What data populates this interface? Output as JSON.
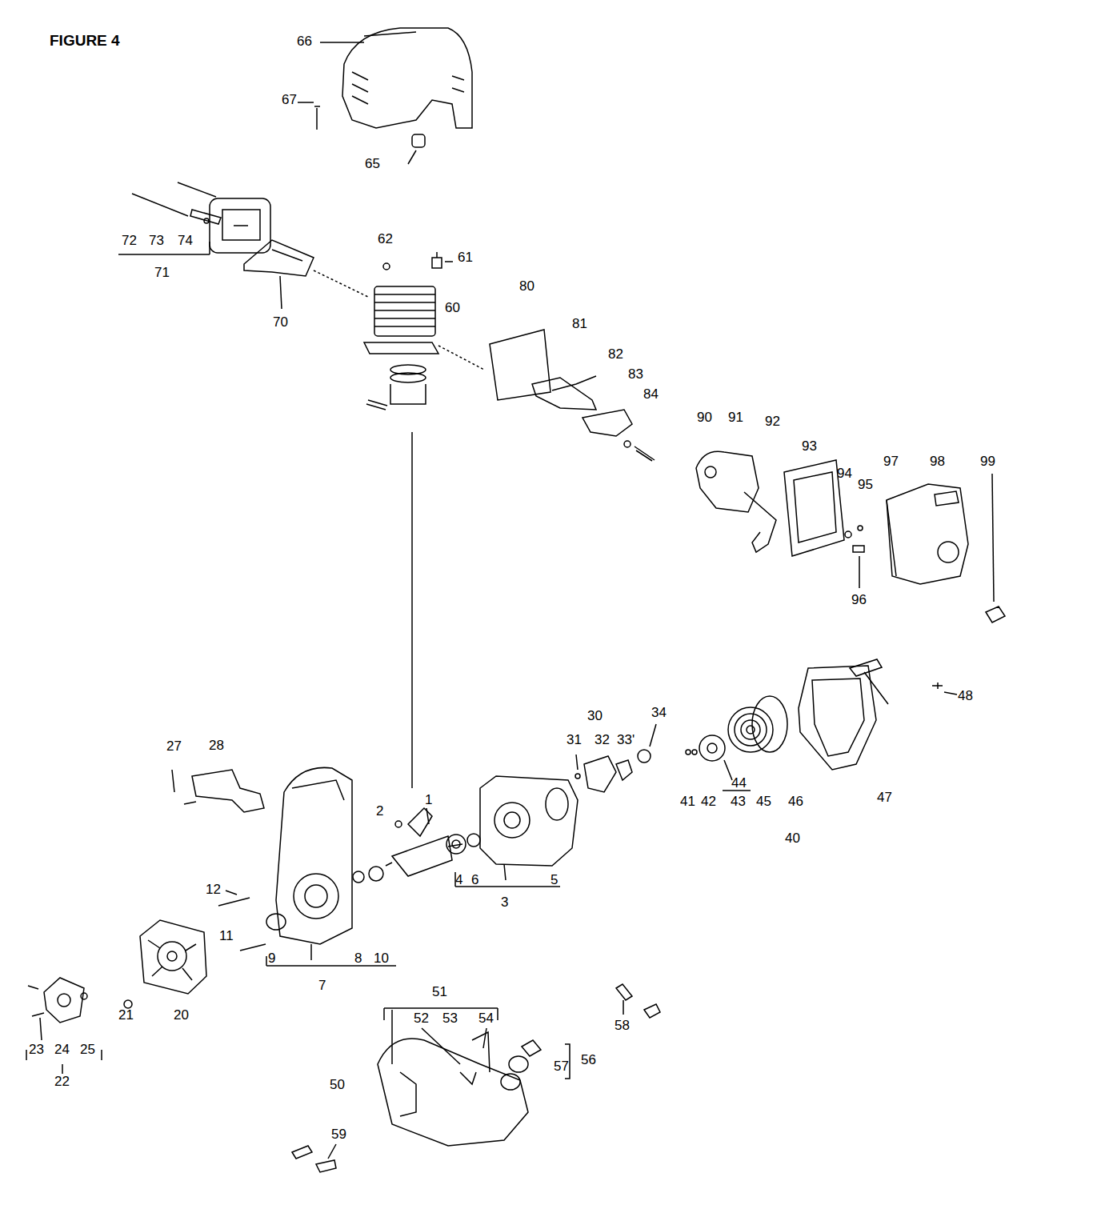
{
  "diagram": {
    "title": "FIGURE 4",
    "labels": [
      "66",
      "67",
      "65",
      "72",
      "73",
      "74",
      "71",
      "62",
      "61",
      "70",
      "60",
      "80",
      "81",
      "82",
      "83",
      "84",
      "90",
      "91",
      "92",
      "93",
      "94",
      "95",
      "97",
      "98",
      "99",
      "96",
      "30",
      "34",
      "31",
      "32",
      "33'",
      "48",
      "27",
      "28",
      "44",
      "41",
      "42",
      "43",
      "45",
      "46",
      "47",
      "40",
      "2",
      "1",
      "4",
      "6",
      "5",
      "3",
      "12",
      "11",
      "9",
      "8",
      "10",
      "7",
      "51",
      "52",
      "53",
      "54",
      "56",
      "57",
      "58",
      "50",
      "59",
      "21",
      "20",
      "23",
      "24",
      "25",
      "22"
    ]
  }
}
